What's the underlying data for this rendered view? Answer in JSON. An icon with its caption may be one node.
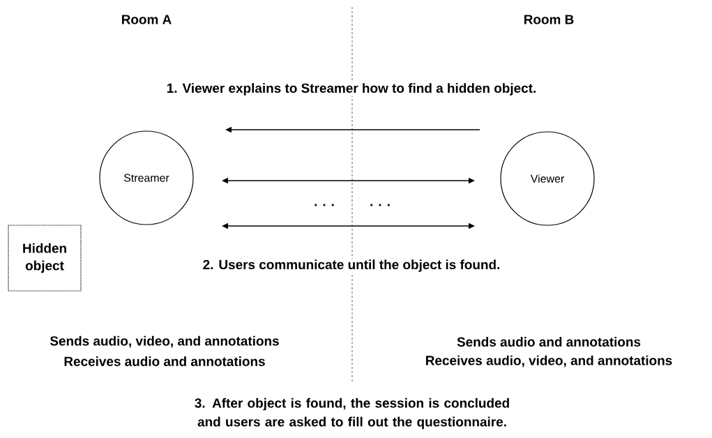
{
  "diagram": {
    "nodes": [
      {
        "text": [
          "Streamer"
        ]
      },
      {
        "text": [
          "Viewer"
        ]
      },
      {
        "text": [
          "Hidden object"
        ]
      }
    ],
    "edges": [
      {
        "from": 1,
        "to": 0,
        "arrow": "to"
      },
      {
        "from": 0,
        "to": 1,
        "arrow": "both"
      },
      {
        "from": 0,
        "to": 1,
        "arrow": "both"
      }
    ],
    "labels": [
      "Room A",
      "Room B",
      "1. Viewer explains to Streamer how to find a hidden object.",
      ". . .",
      ". . .",
      "2. Users communicate until the object is found.",
      "Sends audio, video, and annotations",
      "Sends audio and annotations",
      "Receives audio and annotations",
      "Receives audio, video, and annotations",
      "3. After object is found, the session is concluded and users are asked to fill out the questionnaire."
    ]
  }
}
